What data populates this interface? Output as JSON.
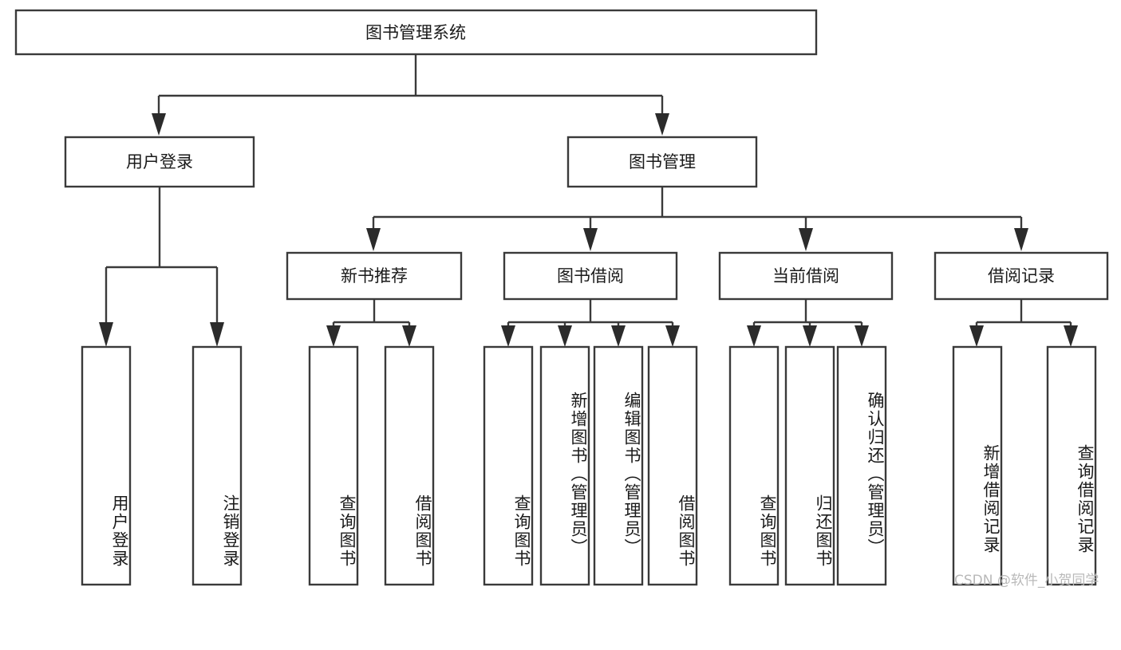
{
  "diagram": {
    "title_node": {
      "label": "图书管理系统"
    },
    "level2": [
      {
        "id": "user-login",
        "label": "用户登录"
      },
      {
        "id": "book-management",
        "label": "图书管理"
      }
    ],
    "level3": [
      {
        "id": "new-book-recommend",
        "label": "新书推荐"
      },
      {
        "id": "book-borrow",
        "label": "图书借阅"
      },
      {
        "id": "current-borrow",
        "label": "当前借阅"
      },
      {
        "id": "borrow-record",
        "label": "借阅记录"
      }
    ],
    "leaves": [
      {
        "id": "leaf-user-login",
        "label": "用户登录",
        "parent": "user-login"
      },
      {
        "id": "leaf-logout-login",
        "label": "注销登录",
        "parent": "user-login"
      },
      {
        "id": "leaf-query-book-1",
        "label": "查询图书",
        "parent": "new-book-recommend"
      },
      {
        "id": "leaf-borrow-book-1",
        "label": "借阅图书",
        "parent": "new-book-recommend"
      },
      {
        "id": "leaf-query-book-2",
        "label": "查询图书",
        "parent": "book-borrow"
      },
      {
        "id": "leaf-add-book",
        "label": "新增图书（管理员）",
        "parent": "book-borrow"
      },
      {
        "id": "leaf-edit-book",
        "label": "编辑图书（管理员）",
        "parent": "book-borrow"
      },
      {
        "id": "leaf-borrow-book-2",
        "label": "借阅图书",
        "parent": "book-borrow"
      },
      {
        "id": "leaf-query-book-3",
        "label": "查询图书",
        "parent": "current-borrow"
      },
      {
        "id": "leaf-return-book",
        "label": "归还图书",
        "parent": "current-borrow"
      },
      {
        "id": "leaf-confirm-return",
        "label": "确认归还（管理员）",
        "parent": "current-borrow"
      },
      {
        "id": "leaf-add-borrow-record",
        "label": "新增借阅记录",
        "parent": "borrow-record"
      },
      {
        "id": "leaf-query-borrow-record",
        "label": "查询借阅记录",
        "parent": "borrow-record"
      }
    ],
    "watermark": {
      "text": "CSDN @软件_小贺同学"
    },
    "colors": {
      "stroke": "#3a3a3a",
      "arrow": "#2b2b2b",
      "box_fill": "#ffffff",
      "text": "#1a1a1a",
      "watermark": "#b9b9b9",
      "background": "#ffffff"
    }
  }
}
